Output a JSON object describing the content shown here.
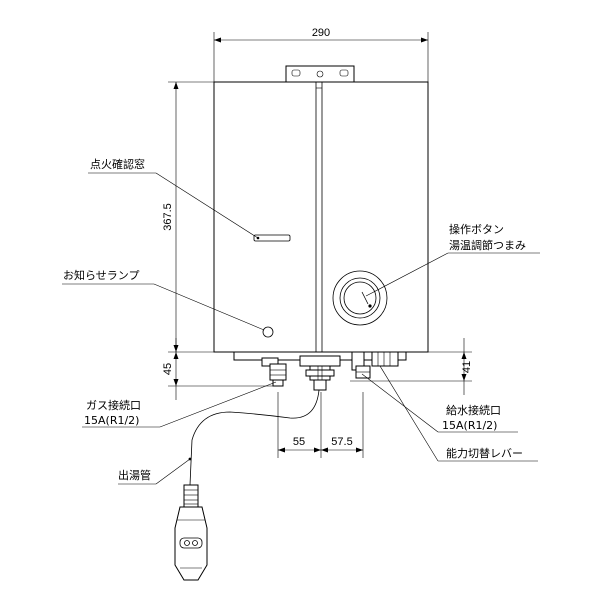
{
  "callouts": {
    "ignition_check": "点火確認窓",
    "notification_lamp": "お知らせランプ",
    "operation_button": "操作ボタン",
    "temperature_knob": "湯温調節つまみ",
    "gas_connection": "ガス接続口",
    "gas_connection_size": "15A(R1/2)",
    "water_connection": "給水接続口",
    "water_connection_size": "15A(R1/2)",
    "capacity_lever": "能力切替レバー",
    "hot_water_pipe": "出湯管"
  },
  "dimensions": {
    "width": "290",
    "height": "367.5",
    "left_bottom": "45",
    "right_bottom": "41",
    "gas_offset": "55",
    "water_offset": "57.5"
  }
}
